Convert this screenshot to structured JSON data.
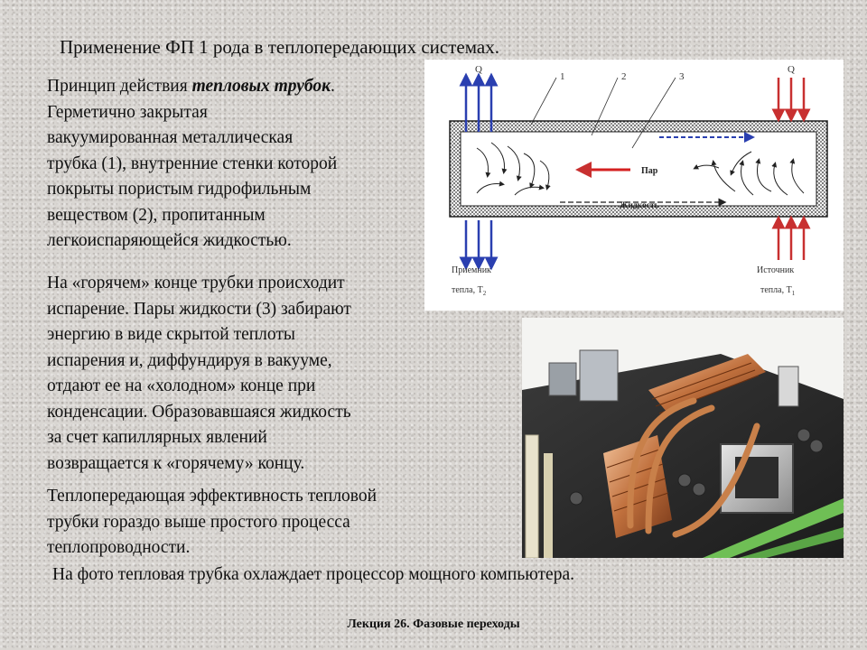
{
  "slide": {
    "title": "Применение ФП 1 рода в теплопередающих системах.",
    "paragraph1": {
      "intro": "Принцип действия ",
      "emphasis": "тепловых трубок",
      "intro_end": ".",
      "lines": [
        "Герметично закрытая",
        "вакуумированная металлическая",
        "трубка (1), внутренние стенки которой",
        "покрыты пористым гидрофильным",
        "веществом (2), пропитанным",
        "легкоиспаряющейся жидкостью."
      ]
    },
    "paragraph2": {
      "lines": [
        "На «горячем» конце трубки происходит",
        "испарение. Пары жидкости (3) забирают",
        "энергию в виде скрытой теплоты",
        "испарения и, диффундируя в вакууме,",
        "отдают ее на «холодном» конце при",
        "конденсации. Образовавшаяся жидкость",
        "за счет капиллярных явлений",
        "возвращается к «горячему» концу."
      ]
    },
    "paragraph3": {
      "lines": [
        "Теплопередающая эффективность тепловой",
        "трубки гораздо выше простого процесса",
        "теплопроводности."
      ]
    },
    "caption": "На фото тепловая трубка охлаждает процессор мощного компьютера.",
    "footer": "Лекция 26.  Фазовые переходы"
  },
  "diagram": {
    "labels": {
      "q_left": "Q",
      "q_right": "Q",
      "n1": "1",
      "n2": "2",
      "n3": "3",
      "vapor": "Пар",
      "liquid": "Жидкость",
      "sink_line1": "Приемник",
      "sink_line2": "тепла, T",
      "sink_sub": "2",
      "source_line1": "Источник",
      "source_line2": "тепла, T",
      "source_sub": "1"
    },
    "colors": {
      "cold_arrow": "#2a3fb0",
      "hot_arrow": "#c83030",
      "vapor_arrow": "#d42020"
    }
  },
  "photo": {
    "icon": "motherboard-heatpipe-photo"
  }
}
